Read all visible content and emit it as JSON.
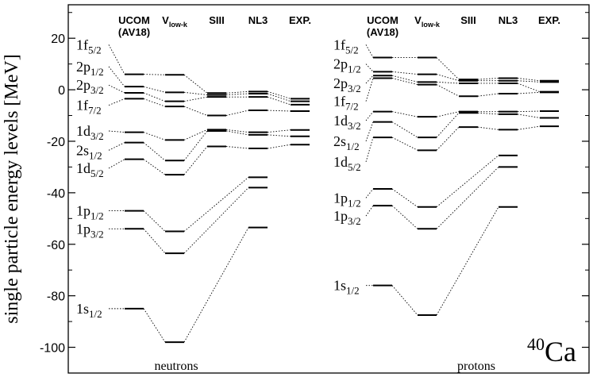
{
  "chart_data": {
    "type": "level-scheme",
    "ylabel": "single particle energy levels [MeV]",
    "ylim": [
      -110,
      33
    ],
    "yticks": [
      20,
      0,
      -20,
      -40,
      -60,
      -80,
      -100
    ],
    "nucleus": {
      "mass": "40",
      "symbol": "Ca"
    },
    "columns": [
      {
        "id": "ucom",
        "label": "UCOM",
        "sublabel": "(AV18)"
      },
      {
        "id": "vlowk",
        "label": "V",
        "subscript": "low-k"
      },
      {
        "id": "siii",
        "label": "SIII"
      },
      {
        "id": "nl3",
        "label": "NL3"
      },
      {
        "id": "exp",
        "label": "EXP."
      }
    ],
    "panels": [
      {
        "id": "neutrons",
        "label": "neutrons",
        "orbitals": [
          {
            "main": "1f",
            "sub": "5/2",
            "y": 17.5,
            "values": [
              6.0,
              5.8,
              -1.3,
              -0.7,
              -3.5
            ]
          },
          {
            "main": "2p",
            "sub": "1/2",
            "y": 9.0,
            "values": [
              1.2,
              -1.0,
              -2.0,
              -1.5,
              -4.5
            ]
          },
          {
            "main": "2p",
            "sub": "3/2",
            "y": 1.8,
            "values": [
              -1.2,
              -4.5,
              -2.8,
              -2.8,
              -5.8
            ]
          },
          {
            "main": "1f",
            "sub": "7/2",
            "y": -6.0,
            "values": [
              -3.5,
              -6.5,
              -10.0,
              -8.0,
              -8.3
            ]
          },
          {
            "main": "1d",
            "sub": "3/2",
            "y": -16.0,
            "values": [
              -16.5,
              -19.5,
              -15.5,
              -16.5,
              -15.6
            ]
          },
          {
            "main": "2s",
            "sub": "1/2",
            "y": -23.5,
            "values": [
              -20.5,
              -27.5,
              -16.0,
              -17.5,
              -18.1
            ]
          },
          {
            "main": "1d",
            "sub": "5/2",
            "y": -30.5,
            "values": [
              -27.0,
              -33.0,
              -22.0,
              -22.8,
              -21.3
            ]
          },
          {
            "main": "1p",
            "sub": "1/2",
            "y": -47.0,
            "values": [
              -47.0,
              -55.0,
              null,
              -34.0,
              null
            ]
          },
          {
            "main": "1p",
            "sub": "3/2",
            "y": -54.0,
            "values": [
              -54.0,
              -63.5,
              null,
              -38.0,
              null
            ]
          },
          {
            "main": "1s",
            "sub": "1/2",
            "y": -85.0,
            "values": [
              -85.0,
              -98.0,
              null,
              -53.5,
              null
            ]
          }
        ]
      },
      {
        "id": "protons",
        "label": "protons",
        "orbitals": [
          {
            "main": "1f",
            "sub": "5/2",
            "y": 17.5,
            "values": [
              12.5,
              12.5,
              4.0,
              4.5,
              3.5
            ]
          },
          {
            "main": "2p",
            "sub": "1/2",
            "y": 10.0,
            "values": [
              7.0,
              6.0,
              3.5,
              3.5,
              3.0
            ]
          },
          {
            "main": "2p",
            "sub": "3/2",
            "y": 2.5,
            "values": [
              5.5,
              3.0,
              2.5,
              2.5,
              -0.8
            ]
          },
          {
            "main": "1f",
            "sub": "7/2",
            "y": -4.5,
            "values": [
              4.5,
              2.0,
              -2.5,
              -1.5,
              -1.0
            ]
          },
          {
            "main": "1d",
            "sub": "3/2",
            "y": -12.0,
            "values": [
              -8.5,
              -10.5,
              -8.5,
              -8.5,
              -8.3
            ]
          },
          {
            "main": "2s",
            "sub": "1/2",
            "y": -20.0,
            "values": [
              -12.5,
              -18.5,
              -9.0,
              -9.5,
              -10.9
            ]
          },
          {
            "main": "1d",
            "sub": "5/2",
            "y": -28.0,
            "values": [
              -18.5,
              -23.5,
              -14.5,
              -15.5,
              -14.2
            ]
          },
          {
            "main": "1p",
            "sub": "1/2",
            "y": -42.0,
            "values": [
              -38.5,
              -45.5,
              null,
              -25.5,
              null
            ]
          },
          {
            "main": "1p",
            "sub": "3/2",
            "y": -49.0,
            "values": [
              -45.0,
              -54.0,
              null,
              -30.0,
              null
            ]
          },
          {
            "main": "1s",
            "sub": "1/2",
            "y": -76.0,
            "values": [
              -76.0,
              -87.5,
              null,
              -45.5,
              null
            ]
          }
        ]
      }
    ]
  }
}
